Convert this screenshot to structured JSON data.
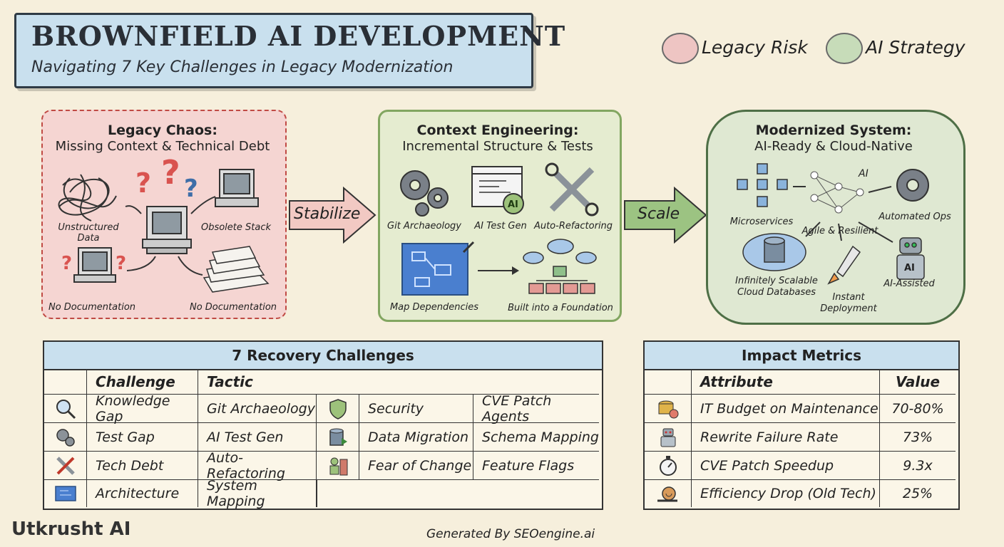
{
  "header": {
    "title": "BROWNFIELD AI DEVELOPMENT",
    "subtitle": "Navigating 7 Key Challenges in Legacy Modernization"
  },
  "legend": [
    {
      "label": "Legacy Risk",
      "color": "#eec5c3"
    },
    {
      "label": "AI Strategy",
      "color": "#c7dcb9"
    }
  ],
  "chaos": {
    "title": "Legacy Chaos:",
    "subtitle": "Missing Context & Technical Debt",
    "captions": [
      "Unstructured Data",
      "Obsolete Stack",
      "No Documentation",
      "No Documentation"
    ]
  },
  "arrows": {
    "stabilize": "Stabilize",
    "scale": "Scale"
  },
  "context": {
    "title": "Context Engineering:",
    "subtitle": "Incremental Structure & Tests",
    "captions": [
      "Git Archaeology",
      "AI Test Gen",
      "Auto-Refactoring",
      "Map Dependencies",
      "Built into a Foundation"
    ]
  },
  "modern": {
    "title": "Modernized System:",
    "subtitle": "AI-Ready & Cloud-Native",
    "ai_label": "AI",
    "captions": [
      "Microservices",
      "Automated Ops",
      "Agile & Resilient",
      "Infinitely Scalable",
      "Cloud Databases",
      "Instant",
      "Deployment",
      "AI-Assisted"
    ],
    "bot_label": "AI"
  },
  "challenges": {
    "title": "7 Recovery Challenges",
    "headers": [
      "Challenge",
      "Tactic"
    ],
    "rows_left": [
      {
        "icon": "magnifier-icon",
        "challenge": "Knowledge Gap",
        "tactic": "Git Archaeology"
      },
      {
        "icon": "gears-icon",
        "challenge": "Test Gap",
        "tactic": "AI Test Gen"
      },
      {
        "icon": "tools-icon",
        "challenge": "Tech Debt",
        "tactic": "Auto-Refactoring"
      },
      {
        "icon": "blueprint-icon",
        "challenge": "Architecture",
        "tactic": "System Mapping"
      }
    ],
    "rows_right": [
      {
        "icon": "shield-icon",
        "challenge": "Security",
        "tactic": "CVE Patch Agents"
      },
      {
        "icon": "database-icon",
        "challenge": "Data Migration",
        "tactic": "Schema Mapping"
      },
      {
        "icon": "person-wall-icon",
        "challenge": "Fear of Change",
        "tactic": "Feature Flags"
      }
    ]
  },
  "metrics": {
    "title": "Impact Metrics",
    "headers": [
      "Attribute",
      "Value"
    ],
    "rows": [
      {
        "icon": "coins-icon",
        "attribute": "IT Budget on Maintenance",
        "value": "70-80%"
      },
      {
        "icon": "robot-icon",
        "attribute": "Rewrite Failure Rate",
        "value": "73%"
      },
      {
        "icon": "stopwatch-icon",
        "attribute": "CVE Patch Speedup",
        "value": "9.3x"
      },
      {
        "icon": "snail-icon",
        "attribute": "Efficiency Drop (Old Tech)",
        "value": "25%"
      }
    ]
  },
  "footer": {
    "brand": "Utkrusht AI",
    "generated": "Generated By SEOengine.ai"
  }
}
